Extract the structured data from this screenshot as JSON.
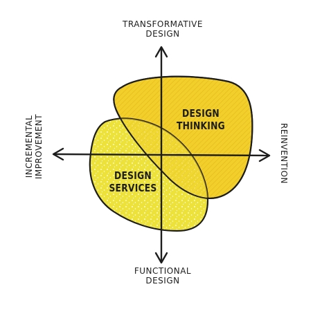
{
  "axes": {
    "top": {
      "line1": "TRANSFORMATIVE",
      "line2": "DESIGN"
    },
    "bottom": {
      "line1": "FUNCTIONAL",
      "line2": "DESIGN"
    },
    "left": {
      "line1": "INCREMENTAL",
      "line2": "IMPROVEMENT"
    },
    "right": {
      "line1": "REINVENTION"
    }
  },
  "regions": {
    "design_thinking": {
      "line1": "DESIGN",
      "line2": "THINKING",
      "fill": "#f2cf2a",
      "texture": "hatched"
    },
    "design_services": {
      "line1": "DESIGN",
      "line2": "SERVICES",
      "fill": "#ede23a",
      "texture": "dotted"
    }
  },
  "colors": {
    "ink": "#1d1d1d"
  }
}
